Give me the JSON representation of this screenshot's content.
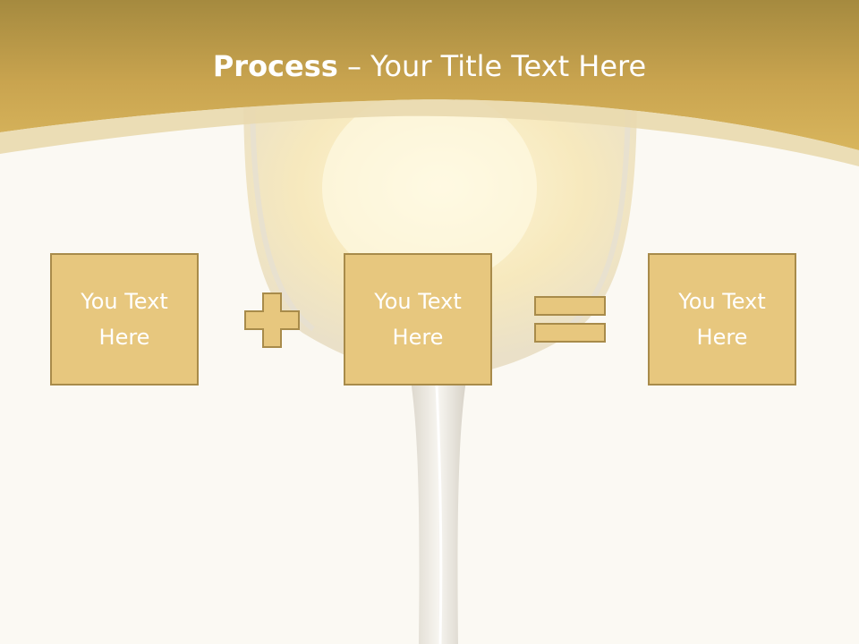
{
  "title": {
    "bold": "Process",
    "rest": " – Your Title Text Here"
  },
  "boxes": [
    {
      "label": "You Text Here"
    },
    {
      "label": "You Text Here"
    },
    {
      "label": "You Text Here"
    }
  ],
  "operators": [
    "plus-icon",
    "equals-icon"
  ],
  "colors": {
    "header_gold": "#d4b055",
    "header_dark": "#a58a3f",
    "box_fill": "#e7c77e",
    "box_border": "#a88b4a",
    "background": "#fbf9f3"
  }
}
